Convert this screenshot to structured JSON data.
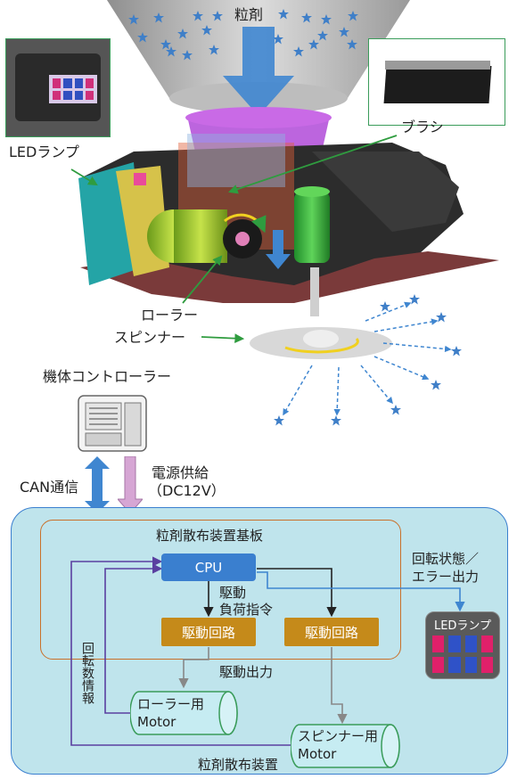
{
  "machine": {
    "hopper_label": "粒剤",
    "brush_label": "ブラシ",
    "led_lamp_label": "LEDランプ",
    "roller_label": "ローラー",
    "spinner_label": "スピンナー"
  },
  "controller": {
    "title": "機体コントローラー",
    "can_label": "CAN通信",
    "power_label_1": "電源供給",
    "power_label_2": "（DC12V）"
  },
  "device": {
    "outer_label": "粒剤散布装置",
    "board_label": "粒剤散布装置基板",
    "cpu_label": "CPU",
    "drive_circuit_1": "駆動回路",
    "drive_circuit_2": "駆動回路",
    "command_1": "駆動",
    "command_2": "負荷指令",
    "drive_output": "駆動出力",
    "rpm_info": "回転数情報",
    "status_1": "回転状態／",
    "status_2": "エラー出力",
    "led_lamp": "LEDランプ",
    "roller_motor_1": "ローラー用",
    "roller_motor_2": "Motor",
    "spinner_motor_1": "スピンナー用",
    "spinner_motor_2": "Motor"
  },
  "colors": {
    "cpu_blue": "#3a7fcf",
    "drive_orange": "#c58a1a",
    "device_bg": "#bfe4ec",
    "board_border": "#c9702a",
    "arrow_blue": "#3f86d0",
    "arrow_pink": "#d6a6d4",
    "feedback_purple": "#5a3fa0",
    "led_pink": "#e0206a",
    "led_blue": "#2f52c8",
    "green_callout": "#2f9c3f"
  }
}
